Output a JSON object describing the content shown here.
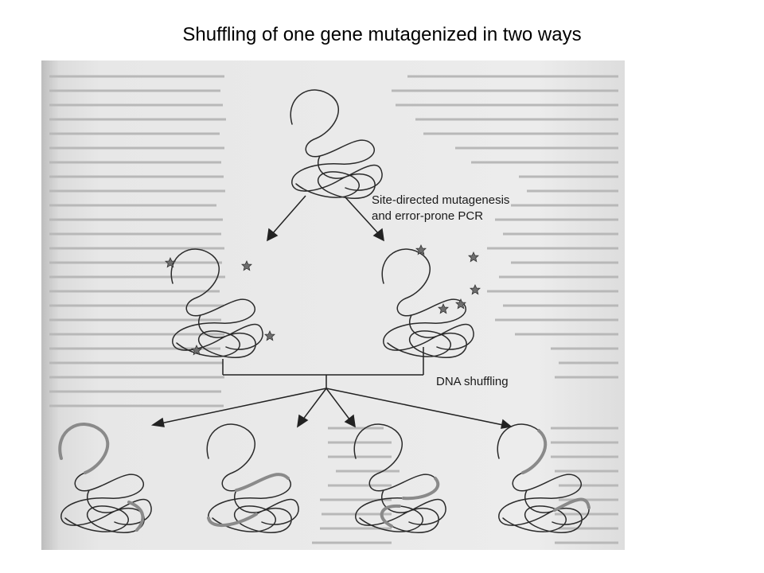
{
  "slide": {
    "title": "Shuffling of one gene mutagenized in two ways"
  },
  "figure": {
    "labels": {
      "mutagenesis_line1": "Site-directed mutagenesis",
      "mutagenesis_line2": "and error-prone PCR",
      "shuffling": "DNA shuffling"
    },
    "mutation_marker_icon": "star-icon",
    "colors": {
      "gene_strand": "#2a2a2a",
      "shuffled_segment": "#8a8a8a",
      "mutation_star": "#6e6e6e",
      "scan_background": "#e6e6e6"
    }
  }
}
